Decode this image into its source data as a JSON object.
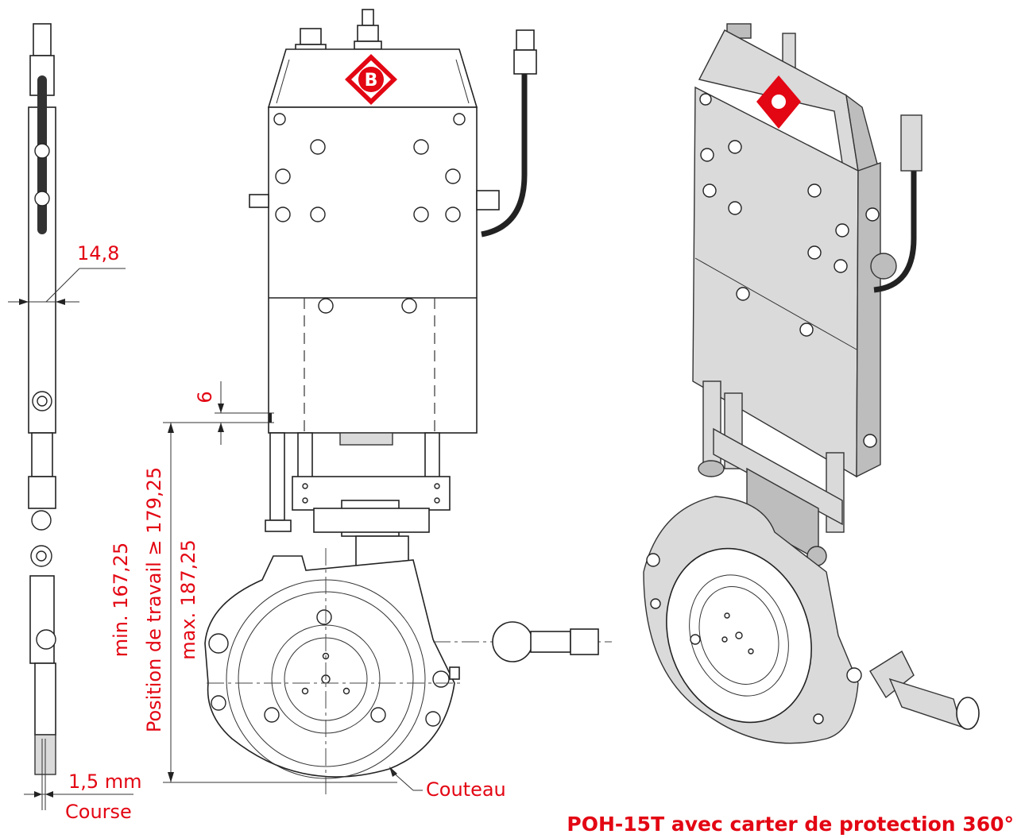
{
  "dimensions": {
    "width_value": "14,8",
    "gap_value": "6",
    "min_label": "min. 167,25",
    "working_label": "Position de travail ≥ 179,25",
    "max_label": "max. 187,25",
    "stroke_value": "1,5 mm",
    "stroke_label": "Course",
    "blade_label": "Couteau"
  },
  "caption": "POH-15T avec carter de protection 360°",
  "logo": {
    "letter": "B",
    "color": "#e30613"
  },
  "colors": {
    "annotation": "#e30613",
    "line": "#222222"
  }
}
